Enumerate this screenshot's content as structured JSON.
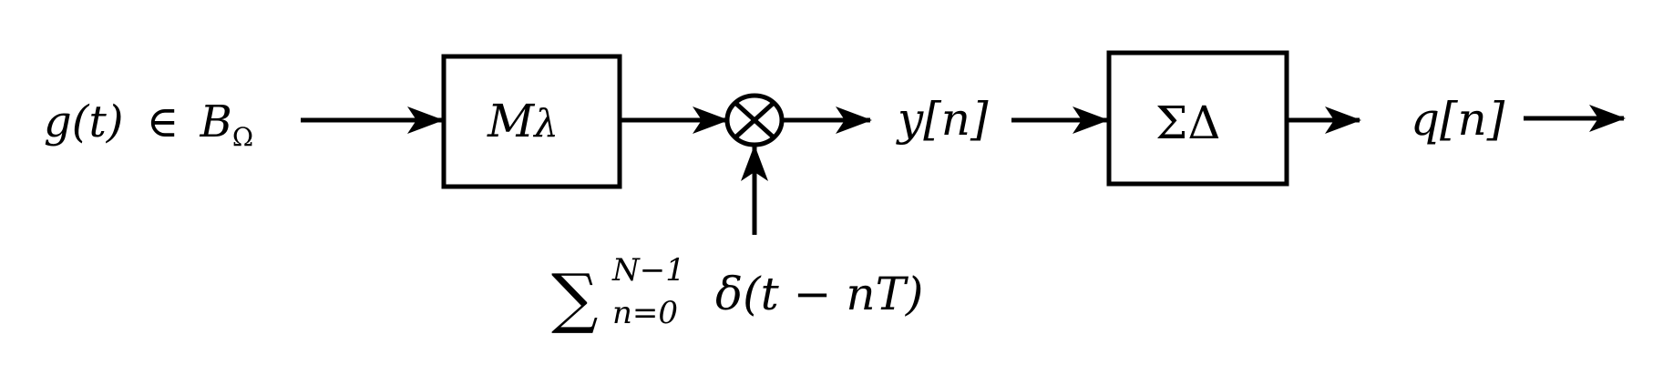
{
  "diagram": {
    "input_label": {
      "func": "g(t)",
      "member": "∈",
      "space": "B",
      "space_sub": "Ω"
    },
    "block1": {
      "label": "M",
      "label_sub": "λ"
    },
    "multiplier_symbol": "⊗",
    "mid_signal": "y[n]",
    "block2": {
      "label": "ΣΔ"
    },
    "output_signal": "q[n]",
    "impulse_train": {
      "sum": "∑",
      "upper": "N−1",
      "lower": "n=0",
      "term": "δ(t − nT)"
    },
    "colors": {
      "stroke": "#000000",
      "background": "#ffffff"
    }
  }
}
